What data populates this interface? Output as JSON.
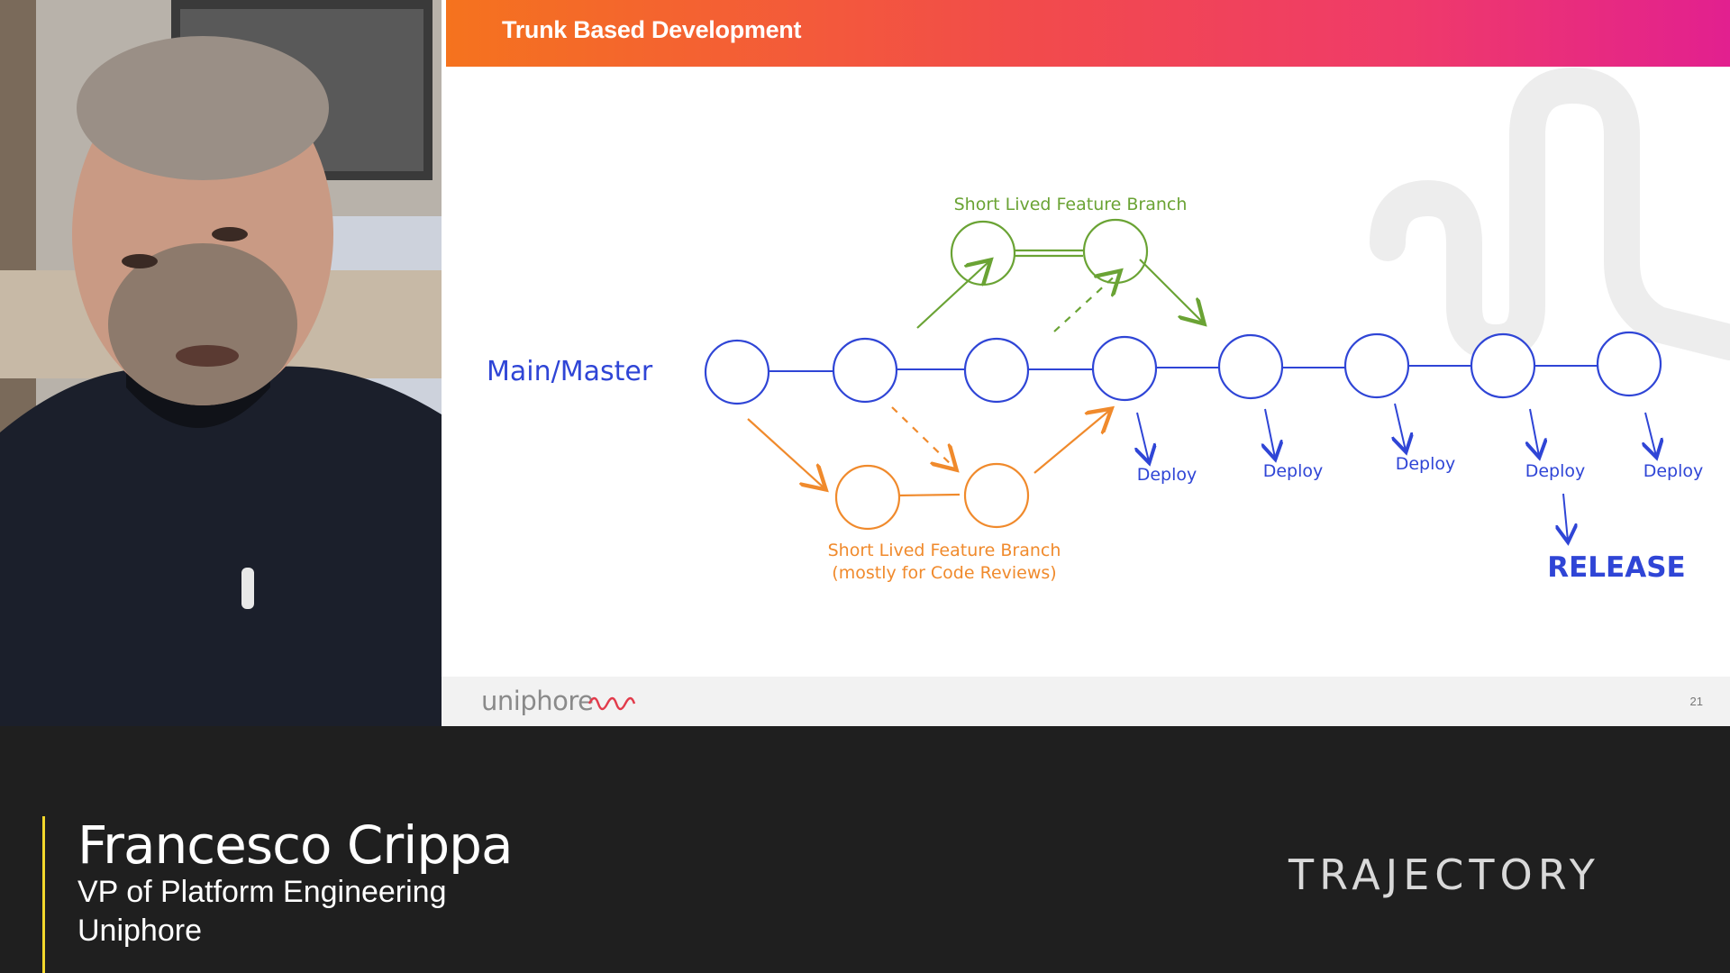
{
  "slide": {
    "title": "Trunk Based Development",
    "page_number": "21",
    "footer_logo": "uniphore"
  },
  "diagram": {
    "main_label": "Main/Master",
    "green_branch_label": "Short Lived Feature Branch",
    "orange_branch_label_line1": "Short Lived Feature Branch",
    "orange_branch_label_line2": "(mostly for Code Reviews)",
    "deploy_labels": [
      "Deploy",
      "Deploy",
      "Deploy",
      "Deploy",
      "Deploy"
    ],
    "release_label": "RELEASE",
    "colors": {
      "main": "#2f45d6",
      "green": "#6aa334",
      "orange": "#f08a2c"
    }
  },
  "lower_third": {
    "name": "Francesco Crippa",
    "title": "VP of Platform Engineering",
    "company": "Uniphore",
    "brand": "TRAJECTORY",
    "accent_color": "#f2d72b"
  }
}
